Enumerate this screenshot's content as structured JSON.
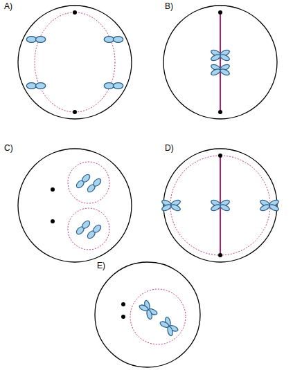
{
  "diagram": {
    "labels": [
      "A)",
      "B)",
      "C)",
      "D)",
      "E)"
    ]
  }
}
